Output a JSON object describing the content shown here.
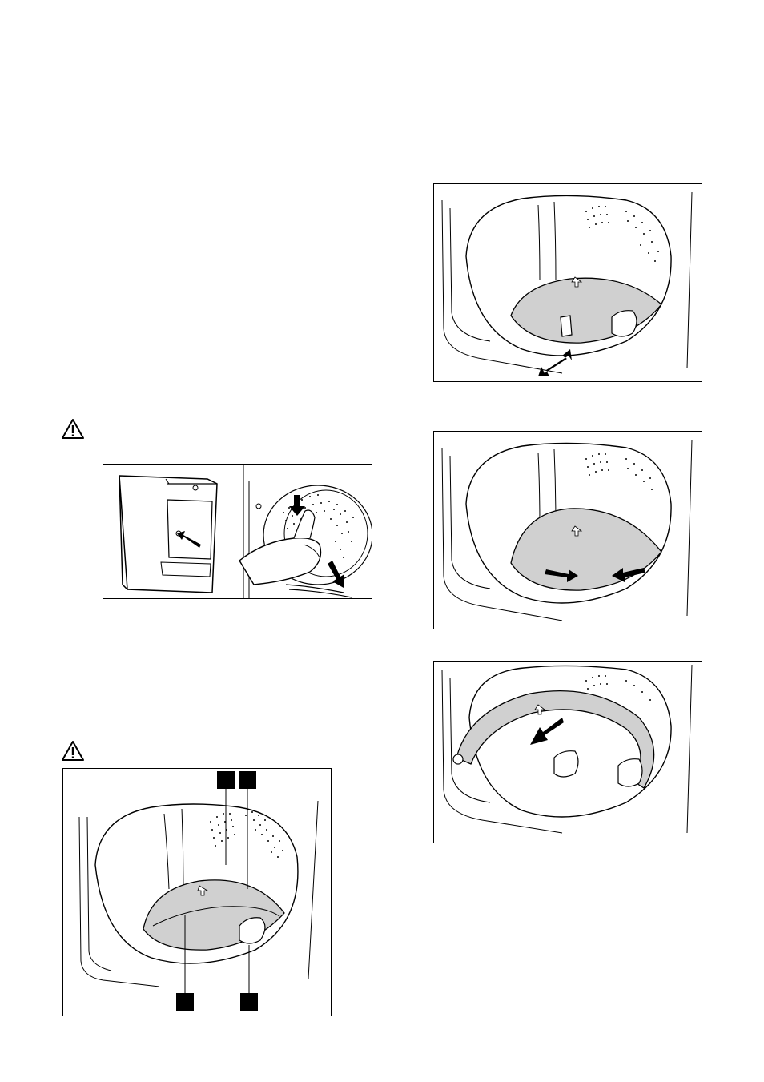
{
  "page": {
    "background": "#ffffff",
    "line_color": "#000000",
    "fill_gray": "#d0d0d0"
  },
  "warnings": [
    {
      "icon": "warning-triangle-icon"
    },
    {
      "icon": "warning-triangle-icon"
    }
  ],
  "figures": [
    {
      "id": "dryer-door-open",
      "arrows": 3
    },
    {
      "id": "drum-filter-callouts",
      "callouts": 4
    },
    {
      "id": "filter-pull-handle",
      "arrows": 1
    },
    {
      "id": "filter-press-clips",
      "arrows": 2
    },
    {
      "id": "filter-lift-out",
      "arrows": 1
    }
  ]
}
